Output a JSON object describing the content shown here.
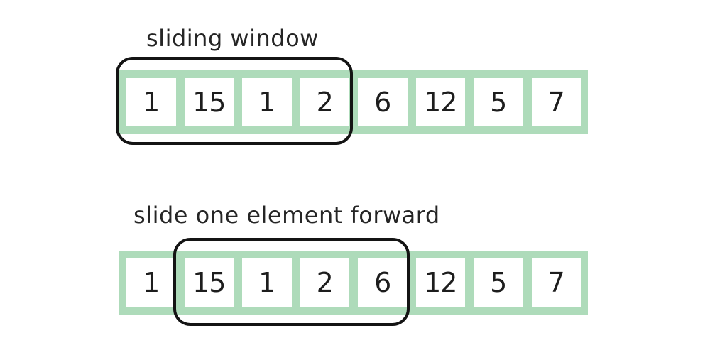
{
  "colors": {
    "background": "#ffffff",
    "array_strip_green": "#aedbba",
    "cell_background": "#ffffff",
    "window_outline_black": "#141414",
    "text_dark": "#252525"
  },
  "diagrams": [
    {
      "label": "sliding window",
      "values": [
        1,
        15,
        1,
        2,
        6,
        12,
        5,
        7
      ],
      "window": {
        "start_index": 0,
        "size": 4,
        "covered_values": [
          1,
          15,
          1,
          2
        ]
      }
    },
    {
      "label": "slide one element forward",
      "values": [
        1,
        15,
        1,
        2,
        6,
        12,
        5,
        7
      ],
      "window": {
        "start_index": 1,
        "size": 4,
        "covered_values": [
          15,
          1,
          2,
          6
        ]
      }
    }
  ]
}
